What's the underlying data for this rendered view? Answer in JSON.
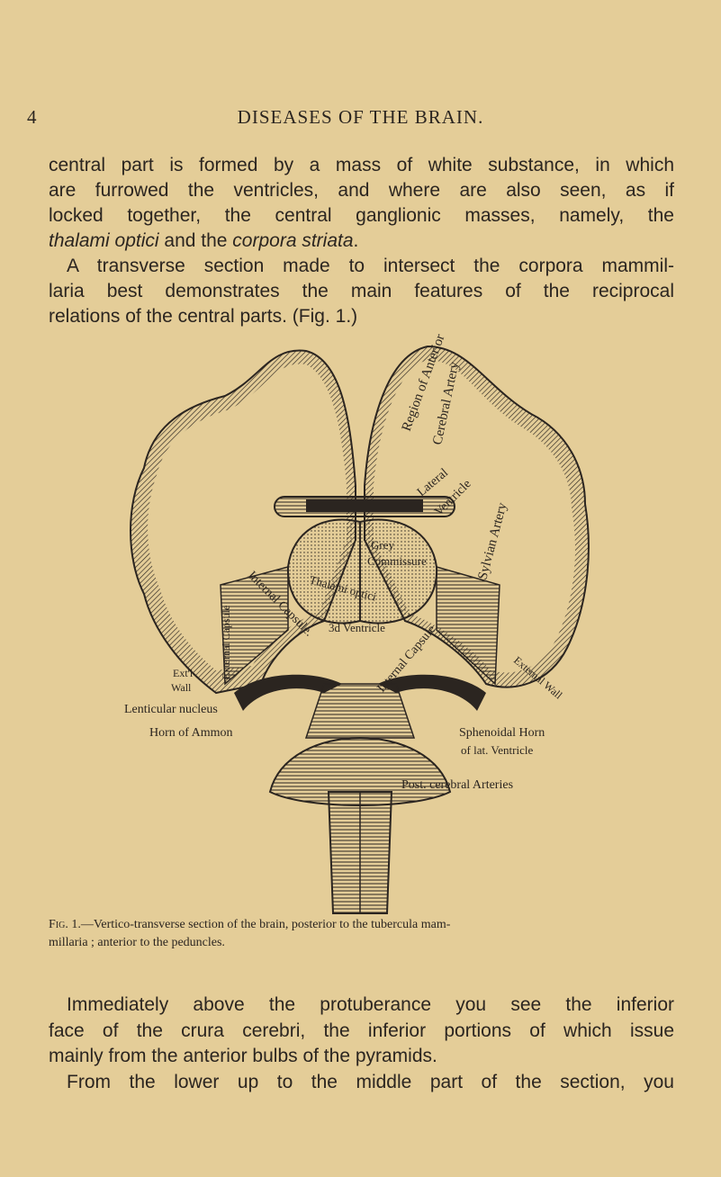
{
  "running_head": {
    "page_number": "4",
    "title": "DISEASES OF THE BRAIN."
  },
  "paragraph1": {
    "lines": [
      "central part is formed by a mass of white substance, in which",
      "are furrowed the ventricles, and where are also seen, as if",
      "locked together, the central ganglionic masses, namely, the"
    ],
    "line4_italic_a": "thalami optici",
    "line4_and": " and the ",
    "line4_italic_b": "corpora striata",
    "line4_end": "."
  },
  "paragraph2": {
    "lines": [
      "A transverse section made to intersect the corpora mammil-",
      "laria best demonstrates the main features of the reciprocal",
      "relations of the central parts.  (Fig. 1.)"
    ]
  },
  "figure": {
    "labels": {
      "anterior_region": "Region of Anterior",
      "anterior_artery": "Cerebral Artery",
      "lateral": "Lateral",
      "ventricle": "Ventricle",
      "sylvian": "Sylvian Artery",
      "grey": "Grey",
      "commissure": "Commissure",
      "thalami": "Thalami optici",
      "third_ventricle": "3d Ventricle",
      "internal_capsule_left": "Internal Capsule.",
      "internal_capsule_right": "Internal Capsule",
      "external_capsule": "External Capsule",
      "ext_wall_left_1": "Ext'l",
      "ext_wall_left_2": "Wall",
      "external_wall_right": "External Wall",
      "lenticular": "Lenticular nucleus",
      "horn_ammon": "Horn of Ammon",
      "sphenoidal_1": "Sphenoidal Horn",
      "sphenoidal_2": "of lat. Ventricle",
      "post_cerebral": "Post. cerebral Arteries"
    },
    "caption_label": "Fig. 1.",
    "caption_line1": "—Vertico-transverse section of the brain, posterior to the tubercula mam-",
    "caption_line2": "millaria ; anterior to the peduncles."
  },
  "paragraph3": {
    "lines": [
      "Immediately above the protuberance you see the inferior",
      "face of the crura cerebri, the inferior portions of which issue",
      "mainly from the anterior bulbs of the pyramids.",
      "From the lower up to the middle part of the section, you"
    ]
  }
}
